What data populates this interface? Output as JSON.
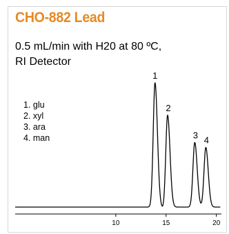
{
  "title": "CHO-882 Lead",
  "conditions": {
    "line1": "0.5 mL/min with H20 at 80 ºC,",
    "line2": "RI Detector"
  },
  "colors": {
    "title": "#e58a25",
    "trace": "#000000"
  },
  "chart_data": {
    "type": "line",
    "xticks": [
      10,
      15,
      20
    ],
    "xlim": [
      0,
      20.5
    ],
    "grid": false,
    "legend": [
      {
        "label": "1. glu"
      },
      {
        "label": "2. xyl"
      },
      {
        "label": "3. ara"
      },
      {
        "label": "4. man"
      }
    ],
    "peaks": [
      {
        "label": "1",
        "retention": 13.9,
        "height": 1.0
      },
      {
        "label": "2",
        "retention": 15.15,
        "height": 0.74
      },
      {
        "label": "3",
        "retention": 17.85,
        "height": 0.52
      },
      {
        "label": "4",
        "retention": 18.95,
        "height": 0.48
      }
    ]
  }
}
